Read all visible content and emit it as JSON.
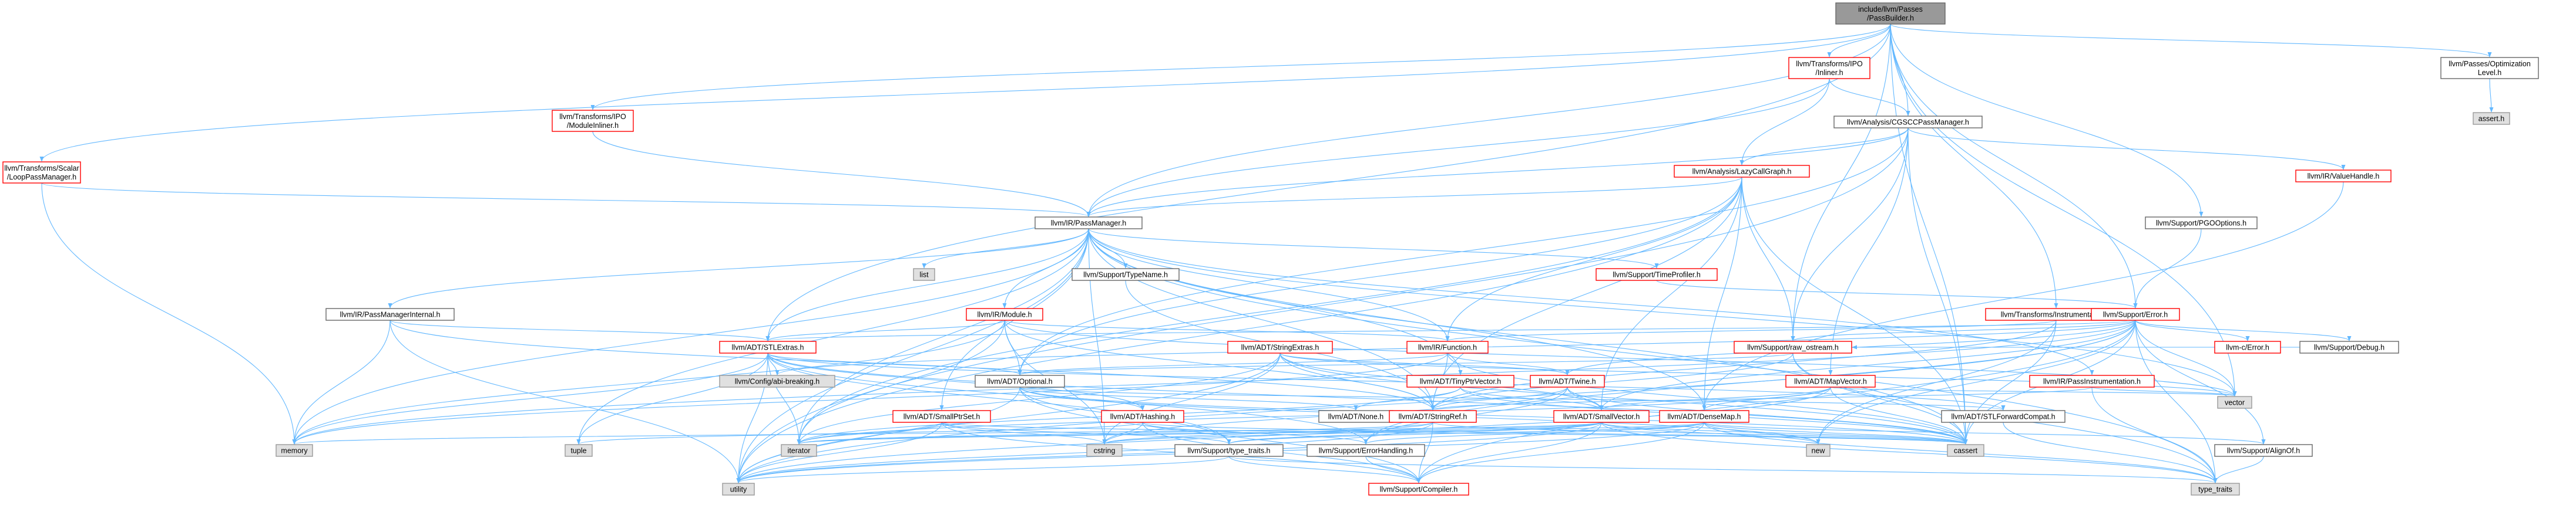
{
  "graph": {
    "edge_color": "#63b8ff",
    "styles": {
      "root": {
        "fill": "#999999",
        "border": "#666666"
      },
      "documented": {
        "fill": "#ffffff",
        "border": "#666666"
      },
      "warning": {
        "fill": "#ffffff",
        "border": "#ff0000"
      },
      "external": {
        "fill": "#e0e0e0",
        "border": "#999999"
      }
    },
    "nodes": [
      {
        "id": "root",
        "lines": [
          "include/llvm/Passes",
          "/PassBuilder.h"
        ],
        "style": "root"
      },
      {
        "id": "inliner",
        "lines": [
          "llvm/Transforms/IPO",
          "/Inliner.h"
        ],
        "style": "red"
      },
      {
        "id": "passopt",
        "lines": [
          "llvm/Passes/Optimization",
          "Level.h"
        ],
        "style": "blk"
      },
      {
        "id": "assert",
        "lines": [
          "assert.h"
        ],
        "style": "gry"
      },
      {
        "id": "modinliner",
        "lines": [
          "llvm/Transforms/IPO",
          "/ModuleInliner.h"
        ],
        "style": "red"
      },
      {
        "id": "cgscc",
        "lines": [
          "llvm/Analysis/CGSCCPassManager.h"
        ],
        "style": "blk"
      },
      {
        "id": "looppm",
        "lines": [
          "llvm/Transforms/Scalar",
          "/LoopPassManager.h"
        ],
        "style": "red"
      },
      {
        "id": "lcg",
        "lines": [
          "llvm/Analysis/LazyCallGraph.h"
        ],
        "style": "red"
      },
      {
        "id": "valuehandle",
        "lines": [
          "llvm/IR/ValueHandle.h"
        ],
        "style": "red"
      },
      {
        "id": "pm",
        "lines": [
          "llvm/IR/PassManager.h"
        ],
        "style": "blk"
      },
      {
        "id": "pgo",
        "lines": [
          "llvm/Support/PGOOptions.h"
        ],
        "style": "blk"
      },
      {
        "id": "list",
        "lines": [
          "list"
        ],
        "style": "gry"
      },
      {
        "id": "typename",
        "lines": [
          "llvm/Support/TypeName.h"
        ],
        "style": "blk"
      },
      {
        "id": "timeprof",
        "lines": [
          "llvm/Support/TimeProfiler.h"
        ],
        "style": "red"
      },
      {
        "id": "pminternal",
        "lines": [
          "llvm/IR/PassManagerInternal.h"
        ],
        "style": "blk"
      },
      {
        "id": "module",
        "lines": [
          "llvm/IR/Module.h"
        ],
        "style": "red"
      },
      {
        "id": "instr",
        "lines": [
          "llvm/Transforms/Instrumentation.h"
        ],
        "style": "red"
      },
      {
        "id": "error",
        "lines": [
          "llvm/Support/Error.h"
        ],
        "style": "red"
      },
      {
        "id": "stringextras",
        "lines": [
          "llvm/ADT/StringExtras.h"
        ],
        "style": "red"
      },
      {
        "id": "function",
        "lines": [
          "llvm/IR/Function.h"
        ],
        "style": "red"
      },
      {
        "id": "rawostream",
        "lines": [
          "llvm/Support/raw_ostream.h"
        ],
        "style": "red"
      },
      {
        "id": "cerror",
        "lines": [
          "llvm-c/Error.h"
        ],
        "style": "red"
      },
      {
        "id": "debug",
        "lines": [
          "llvm/Support/Debug.h"
        ],
        "style": "blk"
      },
      {
        "id": "stlextras",
        "lines": [
          "llvm/ADT/STLExtras.h"
        ],
        "style": "red"
      },
      {
        "id": "configbreak",
        "lines": [
          "llvm/Config/abi-breaking.h"
        ],
        "style": "gry"
      },
      {
        "id": "optional",
        "lines": [
          "llvm/ADT/Optional.h"
        ],
        "style": "blk"
      },
      {
        "id": "tinyptr",
        "lines": [
          "llvm/ADT/TinyPtrVector.h"
        ],
        "style": "red"
      },
      {
        "id": "twine",
        "lines": [
          "llvm/ADT/Twine.h"
        ],
        "style": "red"
      },
      {
        "id": "passinstr",
        "lines": [
          "llvm/IR/PassInstrumentation.h"
        ],
        "style": "red"
      },
      {
        "id": "mapvector",
        "lines": [
          "llvm/ADT/MapVector.h"
        ],
        "style": "red"
      },
      {
        "id": "vector",
        "lines": [
          "vector"
        ],
        "style": "gry"
      },
      {
        "id": "smallptrset",
        "lines": [
          "llvm/ADT/SmallPtrSet.h"
        ],
        "style": "red"
      },
      {
        "id": "hashing",
        "lines": [
          "llvm/ADT/Hashing.h"
        ],
        "style": "red"
      },
      {
        "id": "none",
        "lines": [
          "llvm/ADT/None.h"
        ],
        "style": "blk"
      },
      {
        "id": "stringref",
        "lines": [
          "llvm/ADT/StringRef.h"
        ],
        "style": "red"
      },
      {
        "id": "smallvector",
        "lines": [
          "llvm/ADT/SmallVector.h"
        ],
        "style": "red"
      },
      {
        "id": "densemap",
        "lines": [
          "llvm/ADT/DenseMap.h"
        ],
        "style": "red"
      },
      {
        "id": "stlforward",
        "lines": [
          "llvm/ADT/STLForwardCompat.h"
        ],
        "style": "blk"
      },
      {
        "id": "memory",
        "lines": [
          "memory"
        ],
        "style": "gry"
      },
      {
        "id": "tuple",
        "lines": [
          "tuple"
        ],
        "style": "gry"
      },
      {
        "id": "cstring",
        "lines": [
          "cstring"
        ],
        "style": "gry"
      },
      {
        "id": "iterator",
        "lines": [
          "iterator"
        ],
        "style": "gry"
      },
      {
        "id": "typetraitsh",
        "lines": [
          "llvm/Support/type_traits.h"
        ],
        "style": "blk"
      },
      {
        "id": "errhandling",
        "lines": [
          "llvm/Support/ErrorHandling.h"
        ],
        "style": "blk"
      },
      {
        "id": "new",
        "lines": [
          "new"
        ],
        "style": "gry"
      },
      {
        "id": "cassert",
        "lines": [
          "cassert"
        ],
        "style": "gry"
      },
      {
        "id": "alignof",
        "lines": [
          "llvm/Support/AlignOf.h"
        ],
        "style": "blk"
      },
      {
        "id": "utility",
        "lines": [
          "utility"
        ],
        "style": "gry"
      },
      {
        "id": "compiler",
        "lines": [
          "llvm/Support/Compiler.h"
        ],
        "style": "red"
      },
      {
        "id": "typetraits",
        "lines": [
          "type_traits"
        ],
        "style": "gry"
      }
    ],
    "edges": [
      [
        "root",
        "inliner"
      ],
      [
        "root",
        "passopt"
      ],
      [
        "root",
        "modinliner"
      ],
      [
        "root",
        "cgscc"
      ],
      [
        "root",
        "looppm"
      ],
      [
        "root",
        "pm"
      ],
      [
        "root",
        "pgo"
      ],
      [
        "root",
        "instr"
      ],
      [
        "root",
        "error"
      ],
      [
        "root",
        "rawostream"
      ],
      [
        "root",
        "stlextras"
      ],
      [
        "root",
        "vector"
      ],
      [
        "root",
        "cassert"
      ],
      [
        "passopt",
        "assert"
      ],
      [
        "inliner",
        "cgscc"
      ],
      [
        "inliner",
        "lcg"
      ],
      [
        "inliner",
        "pm"
      ],
      [
        "modinliner",
        "pm"
      ],
      [
        "cgscc",
        "lcg"
      ],
      [
        "cgscc",
        "valuehandle"
      ],
      [
        "cgscc",
        "pm"
      ],
      [
        "cgscc",
        "rawostream"
      ],
      [
        "cgscc",
        "mapvector"
      ],
      [
        "cgscc",
        "cassert"
      ],
      [
        "cgscc",
        "utility"
      ],
      [
        "cgscc",
        "optional"
      ],
      [
        "looppm",
        "pm"
      ],
      [
        "looppm",
        "memory"
      ],
      [
        "lcg",
        "pm"
      ],
      [
        "lcg",
        "function"
      ],
      [
        "lcg",
        "optional"
      ],
      [
        "lcg",
        "smallvector"
      ],
      [
        "lcg",
        "densemap"
      ],
      [
        "lcg",
        "rawostream"
      ],
      [
        "lcg",
        "stringref"
      ],
      [
        "lcg",
        "iterator"
      ],
      [
        "lcg",
        "utility"
      ],
      [
        "lcg",
        "cassert"
      ],
      [
        "valuehandle",
        "densemap"
      ],
      [
        "pm",
        "typename"
      ],
      [
        "pm",
        "timeprof"
      ],
      [
        "pm",
        "list"
      ],
      [
        "pm",
        "pminternal"
      ],
      [
        "pm",
        "module"
      ],
      [
        "pm",
        "function"
      ],
      [
        "pm",
        "passinstr"
      ],
      [
        "pm",
        "stlextras"
      ],
      [
        "pm",
        "smallptrset"
      ],
      [
        "pm",
        "tinyptr"
      ],
      [
        "pm",
        "densemap"
      ],
      [
        "pm",
        "stringref"
      ],
      [
        "pm",
        "typetraits"
      ],
      [
        "pm",
        "memory"
      ],
      [
        "pm",
        "iterator"
      ],
      [
        "pm",
        "tuple"
      ],
      [
        "pm",
        "vector"
      ],
      [
        "pm",
        "utility"
      ],
      [
        "pm",
        "cassert"
      ],
      [
        "pm",
        "cstring"
      ],
      [
        "pgo",
        "error"
      ],
      [
        "typename",
        "stringref"
      ],
      [
        "timeprof",
        "error"
      ],
      [
        "pminternal",
        "stlextras"
      ],
      [
        "pminternal",
        "stringref"
      ],
      [
        "pminternal",
        "memory"
      ],
      [
        "pminternal",
        "utility"
      ],
      [
        "module",
        "function"
      ],
      [
        "module",
        "stlextras"
      ],
      [
        "module",
        "optional"
      ],
      [
        "module",
        "stringref"
      ],
      [
        "module",
        "cstring"
      ],
      [
        "module",
        "memory"
      ],
      [
        "module",
        "iterator"
      ],
      [
        "module",
        "vector"
      ],
      [
        "instr",
        "stringref"
      ],
      [
        "instr",
        "function"
      ],
      [
        "instr",
        "cassert"
      ],
      [
        "instr",
        "new"
      ],
      [
        "error",
        "cerror"
      ],
      [
        "error",
        "debug"
      ],
      [
        "error",
        "rawostream"
      ],
      [
        "error",
        "stlextras"
      ],
      [
        "error",
        "smallvector"
      ],
      [
        "error",
        "twine"
      ],
      [
        "error",
        "errhandling"
      ],
      [
        "error",
        "alignof"
      ],
      [
        "error",
        "compiler"
      ],
      [
        "error",
        "configbreak"
      ],
      [
        "error",
        "cassert"
      ],
      [
        "error",
        "new"
      ],
      [
        "error",
        "memory"
      ],
      [
        "error",
        "vector"
      ],
      [
        "error",
        "typetraits"
      ],
      [
        "error",
        "utility"
      ],
      [
        "stringextras",
        "stringref"
      ],
      [
        "stringextras",
        "twine"
      ],
      [
        "stringextras",
        "smallvector"
      ],
      [
        "stringextras",
        "iterator"
      ],
      [
        "stringextras",
        "cstring"
      ],
      [
        "stringextras",
        "utility"
      ],
      [
        "stringextras",
        "cassert"
      ],
      [
        "stringextras",
        "vector"
      ],
      [
        "function",
        "stringref"
      ],
      [
        "function",
        "twine"
      ],
      [
        "function",
        "optional"
      ],
      [
        "function",
        "cassert"
      ],
      [
        "function",
        "memory"
      ],
      [
        "rawostream",
        "stringref"
      ],
      [
        "rawostream",
        "optional"
      ],
      [
        "rawostream",
        "cassert"
      ],
      [
        "rawostream",
        "typetraits"
      ],
      [
        "debug",
        "rawostream"
      ],
      [
        "stlextras",
        "configbreak"
      ],
      [
        "stlextras",
        "optional"
      ],
      [
        "stlextras",
        "stlforward"
      ],
      [
        "stlextras",
        "hashing"
      ],
      [
        "stlextras",
        "iterator"
      ],
      [
        "stlextras",
        "memory"
      ],
      [
        "stlextras",
        "tuple"
      ],
      [
        "stlextras",
        "utility"
      ],
      [
        "stlextras",
        "cassert"
      ],
      [
        "stlextras",
        "typetraitsh"
      ],
      [
        "stlextras",
        "errhandling"
      ],
      [
        "optional",
        "none"
      ],
      [
        "optional",
        "hashing"
      ],
      [
        "optional",
        "stlforward"
      ],
      [
        "optional",
        "typetraitsh"
      ],
      [
        "optional",
        "compiler"
      ],
      [
        "optional",
        "cassert"
      ],
      [
        "optional",
        "new"
      ],
      [
        "optional",
        "utility"
      ],
      [
        "tinyptr",
        "smallvector"
      ],
      [
        "tinyptr",
        "none"
      ],
      [
        "tinyptr",
        "cassert"
      ],
      [
        "tinyptr",
        "iterator"
      ],
      [
        "twine",
        "smallvector"
      ],
      [
        "twine",
        "stringref"
      ],
      [
        "twine",
        "errhandling"
      ],
      [
        "twine",
        "cassert"
      ],
      [
        "twine",
        "cstring"
      ],
      [
        "passinstr",
        "stringref"
      ],
      [
        "passinstr",
        "vector"
      ],
      [
        "passinstr",
        "typetraits"
      ],
      [
        "mapvector",
        "smallvector"
      ],
      [
        "mapvector",
        "densemap"
      ],
      [
        "mapvector",
        "cassert"
      ],
      [
        "mapvector",
        "vector"
      ],
      [
        "mapvector",
        "iterator"
      ],
      [
        "mapvector",
        "utility"
      ],
      [
        "smallptrset",
        "compiler"
      ],
      [
        "smallptrset",
        "typetraitsh"
      ],
      [
        "smallptrset",
        "cassert"
      ],
      [
        "smallptrset",
        "cstring"
      ],
      [
        "smallptrset",
        "iterator"
      ],
      [
        "smallptrset",
        "utility"
      ],
      [
        "hashing",
        "errhandling"
      ],
      [
        "hashing",
        "compiler"
      ],
      [
        "hashing",
        "tuple"
      ],
      [
        "hashing",
        "cassert"
      ],
      [
        "hashing",
        "cstring"
      ],
      [
        "stringref",
        "compiler"
      ],
      [
        "stringref",
        "cstring"
      ],
      [
        "stringref",
        "iterator"
      ],
      [
        "stringref",
        "utility"
      ],
      [
        "stringref",
        "cassert"
      ],
      [
        "smallvector",
        "compiler"
      ],
      [
        "smallvector",
        "typetraitsh"
      ],
      [
        "smallvector",
        "cassert"
      ],
      [
        "smallvector",
        "cstring"
      ],
      [
        "smallvector",
        "iterator"
      ],
      [
        "smallvector",
        "memory"
      ],
      [
        "smallvector",
        "new"
      ],
      [
        "smallvector",
        "utility"
      ],
      [
        "smallvector",
        "typetraits"
      ],
      [
        "densemap",
        "alignof"
      ],
      [
        "densemap",
        "compiler"
      ],
      [
        "densemap",
        "typetraitsh"
      ],
      [
        "densemap",
        "cassert"
      ],
      [
        "densemap",
        "iterator"
      ],
      [
        "densemap",
        "new"
      ],
      [
        "densemap",
        "utility"
      ],
      [
        "densemap",
        "typetraits"
      ],
      [
        "densemap",
        "errhandling"
      ],
      [
        "stlforward",
        "typetraits"
      ],
      [
        "typetraitsh",
        "compiler"
      ],
      [
        "typetraitsh",
        "utility"
      ],
      [
        "typetraitsh",
        "typetraits"
      ],
      [
        "errhandling",
        "compiler"
      ],
      [
        "alignof",
        "typetraits"
      ]
    ]
  }
}
